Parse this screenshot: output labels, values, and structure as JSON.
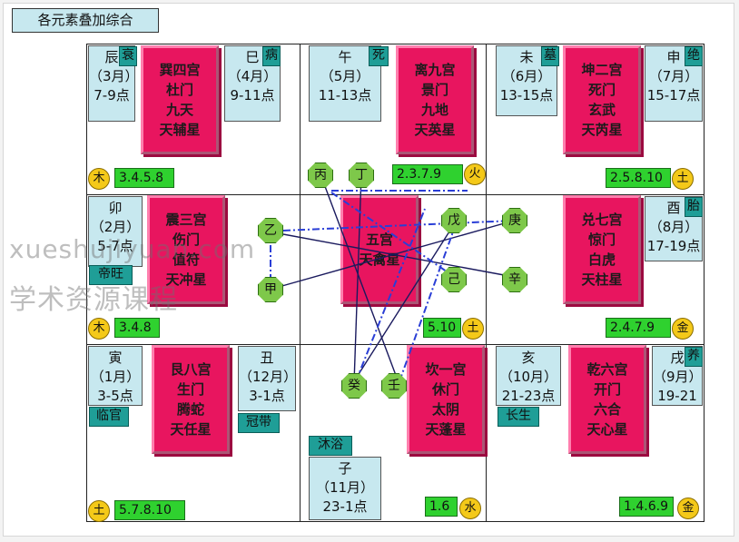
{
  "title": "各元素叠加综合",
  "palaces": [
    {
      "id": "xun",
      "lines": [
        "巽四宫",
        "杜门",
        "九天",
        "天辅星"
      ]
    },
    {
      "id": "li",
      "lines": [
        "离九宫",
        "景门",
        "九地",
        "天英星"
      ]
    },
    {
      "id": "kun",
      "lines": [
        "坤二宫",
        "死门",
        "玄武",
        "天芮星"
      ]
    },
    {
      "id": "zhen",
      "lines": [
        "震三宫",
        "伤门",
        "值符",
        "天冲星"
      ]
    },
    {
      "id": "center",
      "lines": [
        "五宫",
        "天禽星"
      ]
    },
    {
      "id": "dui",
      "lines": [
        "兑七宫",
        "惊门",
        "白虎",
        "天柱星"
      ]
    },
    {
      "id": "gen",
      "lines": [
        "艮八宫",
        "生门",
        "腾蛇",
        "天任星"
      ]
    },
    {
      "id": "kan",
      "lines": [
        "坎一宫",
        "休门",
        "太阴",
        "天蓬星"
      ]
    },
    {
      "id": "qian",
      "lines": [
        "乾六宫",
        "开门",
        "六合",
        "天心星"
      ]
    }
  ],
  "branches": [
    {
      "id": "chen",
      "lines": [
        "辰",
        "（3月）",
        "7-9点"
      ]
    },
    {
      "id": "si",
      "lines": [
        "巳",
        "（4月）",
        "9-11点"
      ]
    },
    {
      "id": "wu",
      "lines": [
        "午",
        "（5月）",
        "11-13点"
      ]
    },
    {
      "id": "wei",
      "lines": [
        "未",
        "（6月）",
        "13-15点"
      ]
    },
    {
      "id": "shen",
      "lines": [
        "申",
        "（7月）",
        "15-17点"
      ]
    },
    {
      "id": "mao",
      "lines": [
        "卯",
        "（2月）",
        "5-7点"
      ]
    },
    {
      "id": "you",
      "lines": [
        "酉",
        "（8月）",
        "17-19点"
      ]
    },
    {
      "id": "yin",
      "lines": [
        "寅",
        "（1月）",
        "3-5点"
      ]
    },
    {
      "id": "chou",
      "lines": [
        "丑",
        "（12月）",
        "3-1点"
      ]
    },
    {
      "id": "hai",
      "lines": [
        "亥",
        "（10月）",
        "21-23点"
      ]
    },
    {
      "id": "xu",
      "lines": [
        "戌",
        "（9月）",
        "19-21"
      ]
    },
    {
      "id": "zi",
      "lines": [
        "子",
        "（11月）",
        "23-1点"
      ]
    }
  ],
  "stages": {
    "chen": "衰",
    "si": "病",
    "wu": "死",
    "wei": "墓",
    "shen": "绝",
    "mao": "帝旺",
    "you": "胎",
    "yin": "临官",
    "chou": "冠带",
    "hai": "长生",
    "xu": "养",
    "zi": "沐浴"
  },
  "numbers": {
    "tl": "3.4.5.8",
    "tm": "2.3.7.9",
    "tr": "2.5.8.10",
    "ml": "3.4.8",
    "mm": "5.10",
    "mr": "2.4.7.9",
    "bl": "5.7.8.10",
    "bm": "1.6",
    "br": "1.4.6.9"
  },
  "elements": {
    "tl": "木",
    "tm": "火",
    "tr": "土",
    "ml": "木",
    "mm": "土",
    "mr": "金",
    "bl": "土",
    "bm": "水",
    "br": "金"
  },
  "stems": {
    "bing": "丙",
    "ding": "丁",
    "yi": "乙",
    "jia": "甲",
    "wu": "戊",
    "ji": "己",
    "geng": "庚",
    "xin": "辛",
    "gui": "癸",
    "ren": "壬"
  },
  "colors": {
    "palace": "#e8155f",
    "branch_box": "#c7e8ef",
    "stage_tag": "#1f9e97",
    "number_box": "#2fd12f",
    "element_circle": "#f4c919",
    "stem_octagon": "#7ec84a",
    "line_solid": "#1a1a5e",
    "line_dashed": "#2a3ed6"
  },
  "watermark": [
    "xueshujiyuan.com",
    "学术资源课程"
  ]
}
